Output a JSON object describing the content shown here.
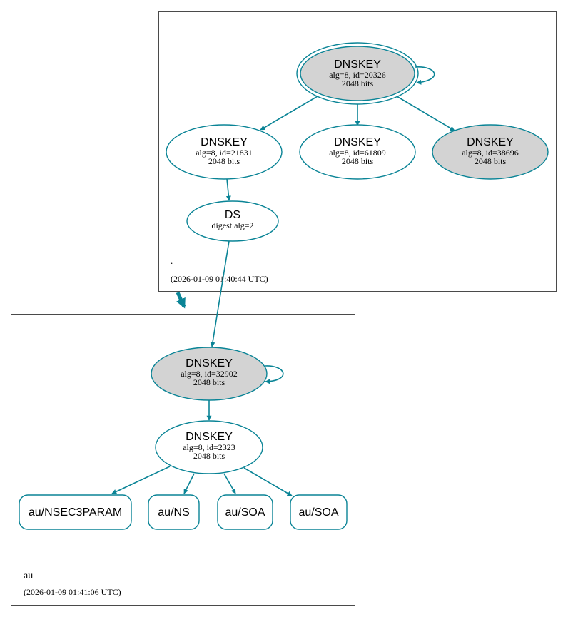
{
  "colors": {
    "edge": "#0a8496",
    "node_border": "#0a8496",
    "fill_shaded": "#d3d3d3",
    "fill_plain": "#ffffff",
    "zone_border": "#4a4a4a",
    "text": "#000000"
  },
  "zones": {
    "root": {
      "name": ".",
      "timestamp": "(2026-01-09 01:40:44 UTC)"
    },
    "au": {
      "name": "au",
      "timestamp": "(2026-01-09 01:41:06 UTC)"
    }
  },
  "nodes": {
    "root_ksk": {
      "title": "DNSKEY",
      "line1": "alg=8, id=20326",
      "line2": "2048 bits"
    },
    "root_zsk1": {
      "title": "DNSKEY",
      "line1": "alg=8, id=21831",
      "line2": "2048 bits"
    },
    "root_zsk2": {
      "title": "DNSKEY",
      "line1": "alg=8, id=61809",
      "line2": "2048 bits"
    },
    "root_zsk3": {
      "title": "DNSKEY",
      "line1": "alg=8, id=38696",
      "line2": "2048 bits"
    },
    "root_ds": {
      "title": "DS",
      "line1": "digest alg=2"
    },
    "au_ksk": {
      "title": "DNSKEY",
      "line1": "alg=8, id=32902",
      "line2": "2048 bits"
    },
    "au_zsk": {
      "title": "DNSKEY",
      "line1": "alg=8, id=2323",
      "line2": "2048 bits"
    },
    "au_nsec3param": {
      "label": "au/NSEC3PARAM"
    },
    "au_ns": {
      "label": "au/NS"
    },
    "au_soa1": {
      "label": "au/SOA"
    },
    "au_soa2": {
      "label": "au/SOA"
    }
  }
}
